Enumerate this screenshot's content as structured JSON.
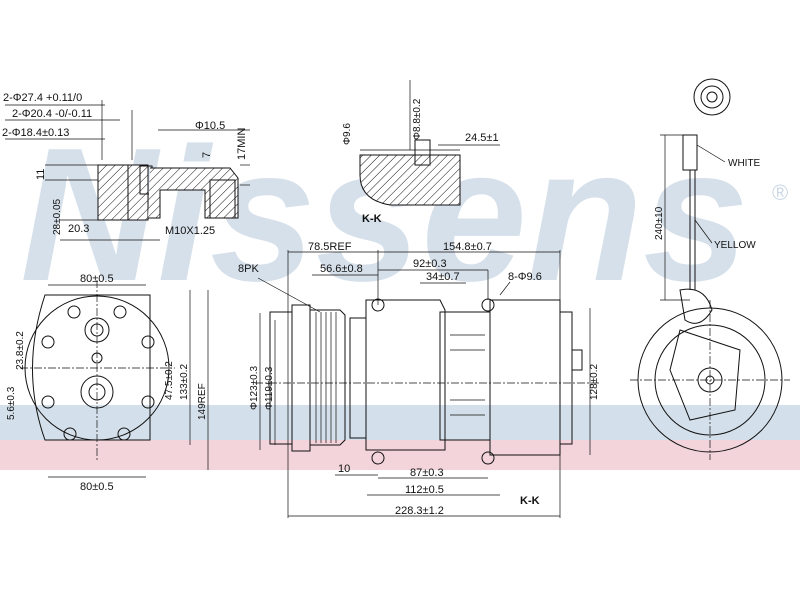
{
  "watermark": {
    "brand": "Nissens",
    "registered_mark": "®"
  },
  "bands": {
    "blue": "#d3dfea",
    "pink": "#f2d4da"
  },
  "fitting_section": {
    "dims": [
      "2-Φ27.4 +0.11/0",
      "2-Φ20.4 -0/-0.11",
      "2-Φ18.4±0.13",
      "Φ10.5",
      "7",
      "17MIN",
      "11",
      "28±0.05",
      "20.3",
      "M10X1.25"
    ]
  },
  "kk_section": {
    "dims": [
      "Φ9.6",
      "Φ8.8±0.2",
      "24.5±1"
    ],
    "label": "K-K"
  },
  "front_view": {
    "dims": [
      "80±0.5",
      "23.8±0.2",
      "47.5±0.2",
      "133±0.2",
      "149REF",
      "5.6±0.3",
      "80±0.5"
    ]
  },
  "side_view": {
    "dims": [
      "78.5REF",
      "154.8±0.7",
      "8PK",
      "56.6±0.8",
      "92±0.3",
      "34±0.7",
      "8-Φ9.6",
      "Φ123±0.3",
      "Φ119±0.3",
      "128±0.2",
      "10",
      "87±0.3",
      "112±0.5",
      "228.3±1.2"
    ],
    "label": "K-K"
  },
  "rear_view": {
    "dims": [
      "240±10"
    ],
    "wire_labels": [
      "WHITE",
      "YELLOW"
    ]
  }
}
